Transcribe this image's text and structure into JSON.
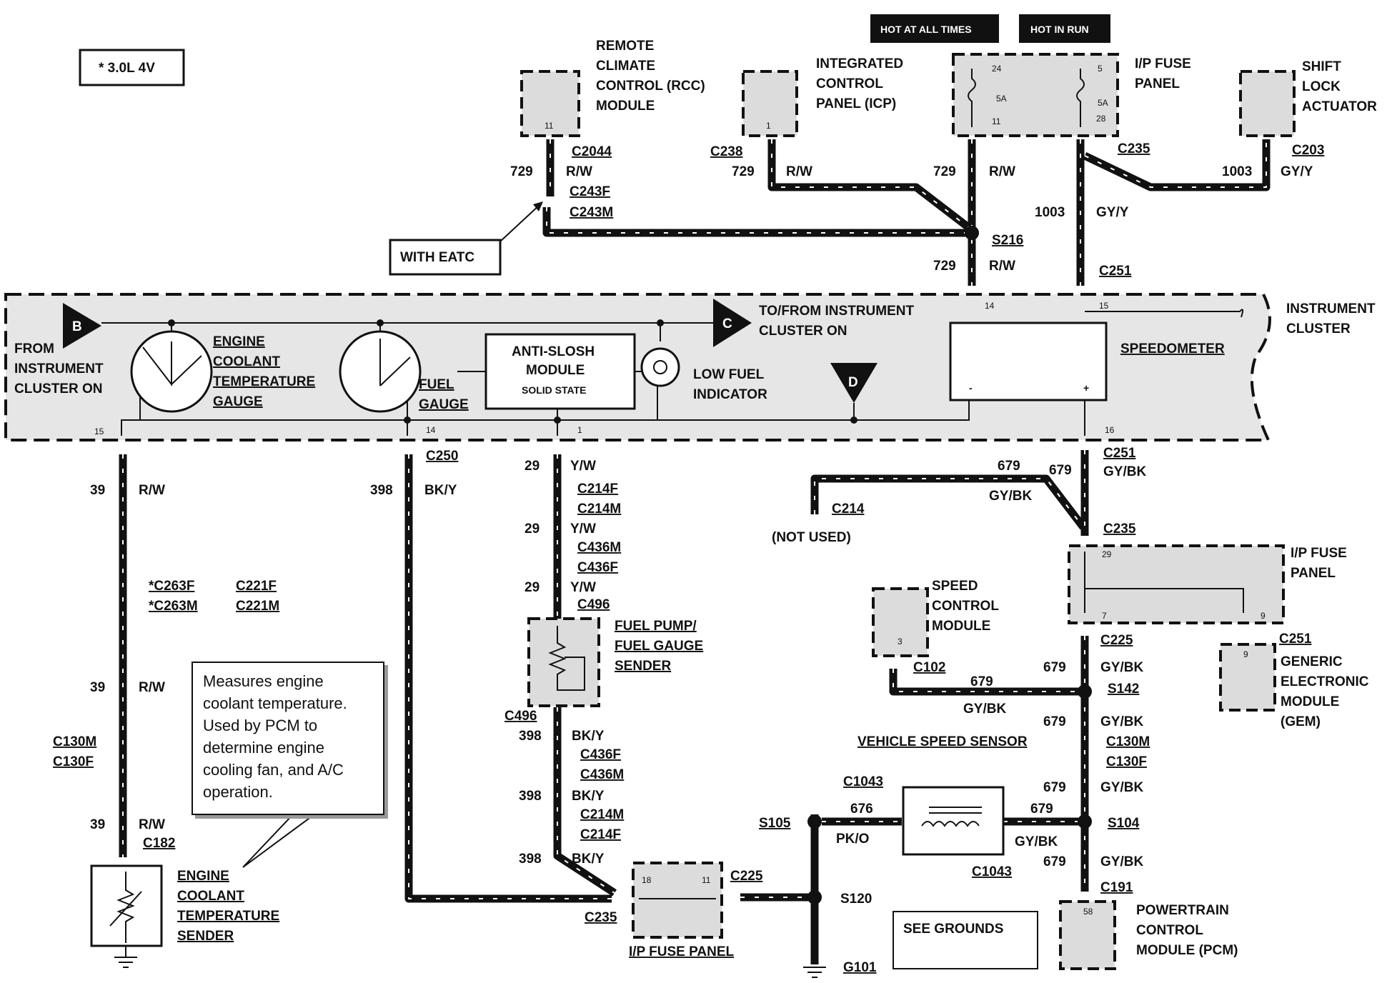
{
  "header": {
    "variant_note": "* 3.0L 4V",
    "hot_at_all_times": "HOT AT ALL TIMES",
    "hot_in_run": "HOT IN RUN"
  },
  "components": {
    "rcc": [
      "REMOTE",
      "CLIMATE",
      "CONTROL (RCC)",
      "MODULE"
    ],
    "icp": [
      "INTEGRATED",
      "CONTROL",
      "PANEL (ICP)"
    ],
    "ip_fuse_top": [
      "I/P FUSE",
      "PANEL"
    ],
    "shift_lock": [
      "SHIFT",
      "LOCK",
      "ACTUATOR"
    ],
    "instrument_cluster": [
      "INSTRUMENT",
      "CLUSTER"
    ],
    "from_cluster": [
      "FROM",
      "INSTRUMENT",
      "CLUSTER ON"
    ],
    "to_from_cluster": [
      "TO/FROM INSTRUMENT",
      "CLUSTER ON"
    ],
    "ect_gauge": [
      "ENGINE",
      "COOLANT",
      "TEMPERATURE",
      "GAUGE"
    ],
    "fuel_gauge": [
      "FUEL",
      "GAUGE"
    ],
    "anti_slosh": [
      "ANTI-SLOSH",
      "MODULE",
      "SOLID STATE"
    ],
    "low_fuel": [
      "LOW FUEL",
      "INDICATOR"
    ],
    "speedometer": "SPEEDOMETER",
    "fuel_pump": [
      "FUEL PUMP/",
      "FUEL GAUGE",
      "SENDER"
    ],
    "ip_fuse_mid": [
      "I/P FUSE",
      "PANEL"
    ],
    "speed_control": [
      "SPEED",
      "CONTROL",
      "MODULE"
    ],
    "gem": [
      "GENERIC",
      "ELECTRONIC",
      "MODULE",
      "(GEM)"
    ],
    "vss": "VEHICLE SPEED SENSOR",
    "ect_sender": [
      "ENGINE",
      "COOLANT",
      "TEMPERATURE",
      "SENDER"
    ],
    "ip_fuse_bottom": "I/P FUSE PANEL",
    "pcm": [
      "POWERTRAIN",
      "CONTROL",
      "MODULE (PCM)"
    ],
    "see_grounds": "SEE GROUNDS",
    "with_eatc": "WITH EATC",
    "not_used": "(NOT USED)"
  },
  "markers": {
    "b": "B",
    "c": "C",
    "d": "D"
  },
  "pins": {
    "rcc": "11",
    "icp": "1",
    "fuse_24": "24",
    "fuse_5": "5",
    "fuse_5a1": "5A",
    "fuse_5a2": "5A",
    "fuse_11": "11",
    "fuse_28": "28",
    "cl14": "14",
    "cl15": "15",
    "cl16": "16",
    "cl_ect": "15",
    "cl_fuel": "14",
    "cl_slosh": "1",
    "fm29": "29",
    "fm7": "7",
    "fm9": "9",
    "scm3": "3",
    "gem9": "9",
    "fb18": "18",
    "fb11": "11",
    "pcm58": "58",
    "minus": "-",
    "plus": "+"
  },
  "connectors": {
    "c2044": "C2044",
    "c243f": "C243F",
    "c243m": "C243M",
    "c238": "C238",
    "c235a": "C235",
    "c203": "C203",
    "s216": "S216",
    "c251a": "C251",
    "c250": "C250",
    "c251b": "C251",
    "c214f1": "C214F",
    "c214m1": "C214M",
    "c436m1": "C436M",
    "c436f1": "C436F",
    "c496a": "C496",
    "c214": "C214",
    "c235b": "C235",
    "c263f": "*C263F",
    "c263m": "*C263M",
    "c221f": "C221F",
    "c221m": "C221M",
    "c225a": "C225",
    "s142": "S142",
    "c251c": "C251",
    "c102": "C102",
    "c130m1": "C130M",
    "c130f1": "C130F",
    "c130m2": "C130M",
    "c130f2": "C130F",
    "c496b": "C496",
    "c436f2": "C436F",
    "c436m2": "C436M",
    "c214m2": "C214M",
    "c214f2": "C214F",
    "c1043a": "C1043",
    "c1043b": "C1043",
    "s105": "S105",
    "s104": "S104",
    "c182": "C182",
    "c225b": "C225",
    "s120": "S120",
    "c235c": "C235",
    "c191": "C191",
    "g101": "G101"
  },
  "wires": {
    "w729a": "729",
    "rw1": "R/W",
    "w729b": "729",
    "rw2": "R/W",
    "w729c": "729",
    "rw3": "R/W",
    "w729d": "729",
    "rw4": "R/W",
    "w1003a": "1003",
    "gyy1": "GY/Y",
    "w1003b": "1003",
    "gyy2": "GY/Y",
    "w39a": "39",
    "rw5": "R/W",
    "w398a": "398",
    "bky1": "BK/Y",
    "w29a": "29",
    "yw1": "Y/W",
    "w29b": "29",
    "yw2": "Y/W",
    "w29c": "29",
    "yw3": "Y/W",
    "w679a": "679",
    "w679b": "679",
    "gybk1": "GY/BK",
    "gybk2": "GY/BK",
    "w39b": "39",
    "rw6": "R/W",
    "w679c": "679",
    "gybk3": "GY/BK",
    "w679d": "679",
    "gybk4": "GY/BK",
    "w679e": "679",
    "gybk5": "GY/BK",
    "w398b": "398",
    "bky2": "BK/Y",
    "w398c": "398",
    "bky3": "BK/Y",
    "w398d": "398",
    "bky4": "BK/Y",
    "w679f": "679",
    "gybk6": "GY/BK",
    "w676": "676",
    "pko": "PK/O",
    "w679g": "679",
    "gybk7": "GY/BK",
    "w679h": "679",
    "gybk8": "GY/BK",
    "w39c": "39",
    "rw7": "R/W"
  },
  "callout": "Measures engine coolant temperature. Used by PCM to determine engine cooling fan, and A/C operation."
}
